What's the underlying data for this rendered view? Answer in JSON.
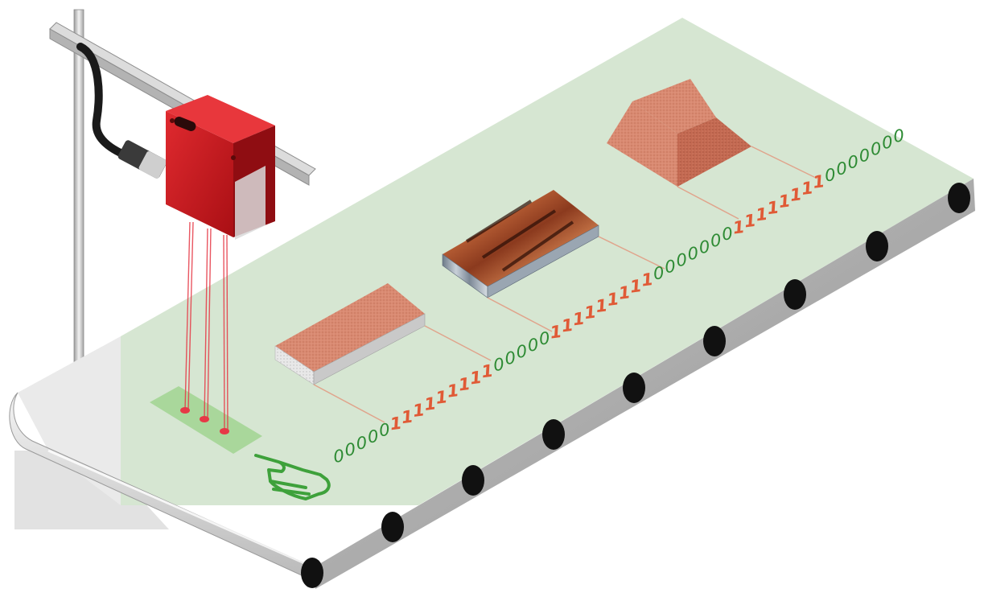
{
  "colors": {
    "background": "#ffffff",
    "belt_surface": "#d6e6d2",
    "belt_edge": "#a9a9a9",
    "belt_front": "#e3e3e3",
    "roller": "#111111",
    "sensor_body": "#c4161c",
    "sensor_dark": "#8f0d12",
    "laser": "#e63946",
    "zero_digit": "#2e8b34",
    "one_digit": "#e05a36",
    "hand_outline": "#3ea13b",
    "measure_pad": "#a9d79b",
    "block_top": "#d98a72",
    "block_side": "#c46a52",
    "marble_side": "#8f9ba8"
  },
  "objects": [
    {
      "name": "flat-copper-block",
      "icon": "textured-slab"
    },
    {
      "name": "marbled-slab",
      "icon": "striped-slab"
    },
    {
      "name": "trapezoid-block",
      "icon": "frustum"
    }
  ],
  "signal": {
    "digits": "00000111111111000001111111110000000111111110000000",
    "description_icon": "binary-signal"
  },
  "sensor": {
    "icon": "laser-sensor-icon"
  },
  "pointer": {
    "icon": "pointing-hand-icon"
  }
}
